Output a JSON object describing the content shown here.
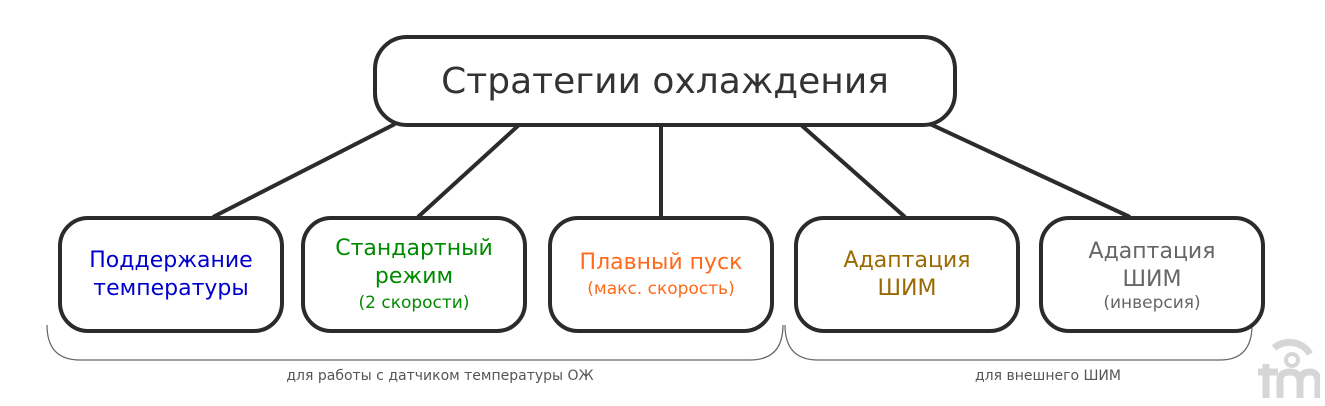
{
  "title": "Стратегии охлаждения",
  "strategies": [
    {
      "line1": "Поддержание",
      "line2": "температуры",
      "sub": "",
      "color": "#0000cc"
    },
    {
      "line1": "Стандартный",
      "line2": "режим",
      "sub": "(2 скорости)",
      "color": "#008a00"
    },
    {
      "line1": "Плавный пуск",
      "line2": "",
      "sub": "(макс. скорость)",
      "color": "#ff6a1a"
    },
    {
      "line1": "Адаптация",
      "line2": "ШИМ",
      "sub": "",
      "color": "#9a6a00"
    },
    {
      "line1": "Адаптация",
      "line2": "ШИМ",
      "sub": "(инверсия)",
      "color": "#666666"
    }
  ],
  "groups": {
    "temp_sensor": "для работы с датчиком температуры ОЖ",
    "external_pwm": "для внешнего ШИМ"
  }
}
